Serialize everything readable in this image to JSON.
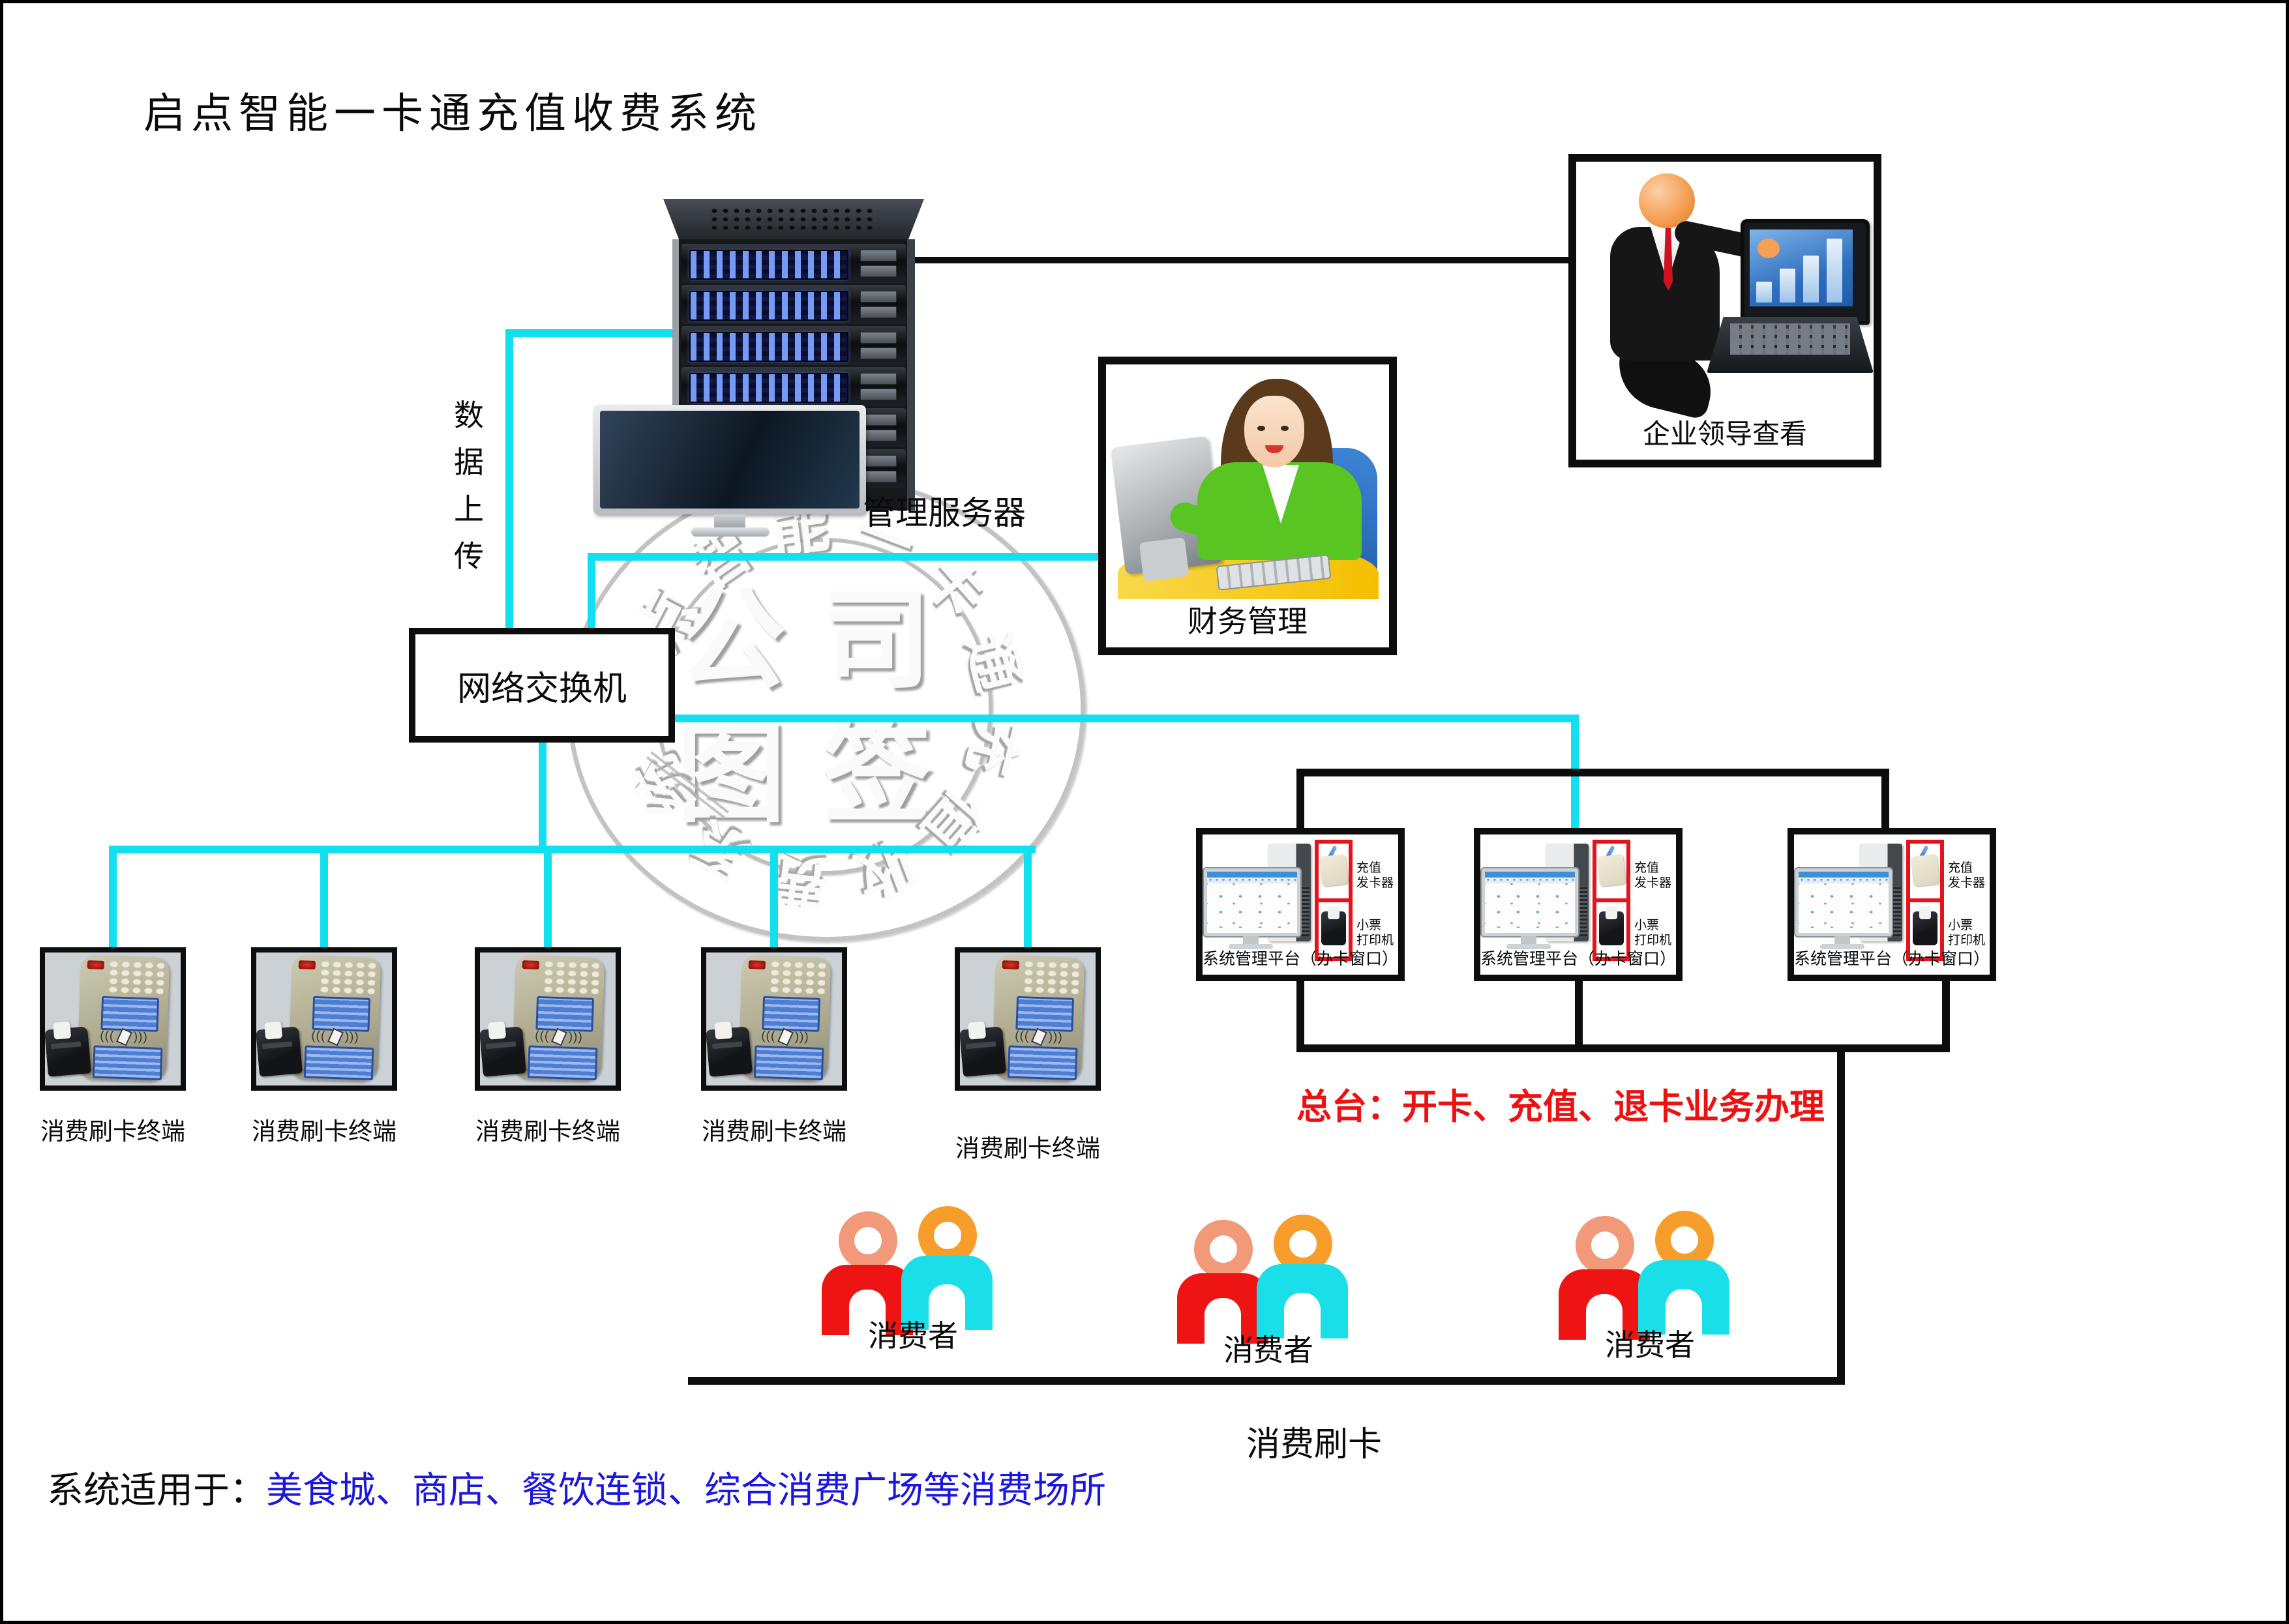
{
  "title": "启点智能一卡通充值收费系统",
  "colors": {
    "line_cyan": "#12dff0",
    "line_black": "#0d0d0d",
    "banner_red": "#ee1111",
    "footer_blue": "#1b16e0",
    "highlight_frame_red": "#e8121a",
    "lcd_blue": "#4d7ed4",
    "person_red": "#ee1414",
    "person_cyan": "#1adfe8",
    "head_salmon": "#f2997a",
    "head_orange": "#f69d2c"
  },
  "watermark": {
    "center_line1": "公司",
    "center_line2": "图签",
    "ring_text": "启点智能一卡通充值收费系统"
  },
  "server": {
    "label": "管理服务器",
    "upload_label": "数据上传"
  },
  "switch": {
    "label": "网络交换机"
  },
  "finance": {
    "label": "财务管理"
  },
  "leader": {
    "label": "企业领导查看"
  },
  "terminals": {
    "label": "消费刷卡终端",
    "count": 5
  },
  "stations": {
    "platform_label": "系统管理平台（办卡窗口）",
    "reader_label_line1": "充值",
    "reader_label_line2": "发卡器",
    "printer_label_line1": "小票",
    "printer_label_line2": "打印机",
    "count": 3
  },
  "desk_banner": "总台：开卡、充值、退卡业务办理",
  "consumers": {
    "label": "消费者",
    "count": 3
  },
  "swipe_label": "消费刷卡",
  "footer": {
    "prefix": "系统适用于：",
    "highlight": "美食城、商店、餐饮连锁、综合消费广场等消费场所"
  }
}
